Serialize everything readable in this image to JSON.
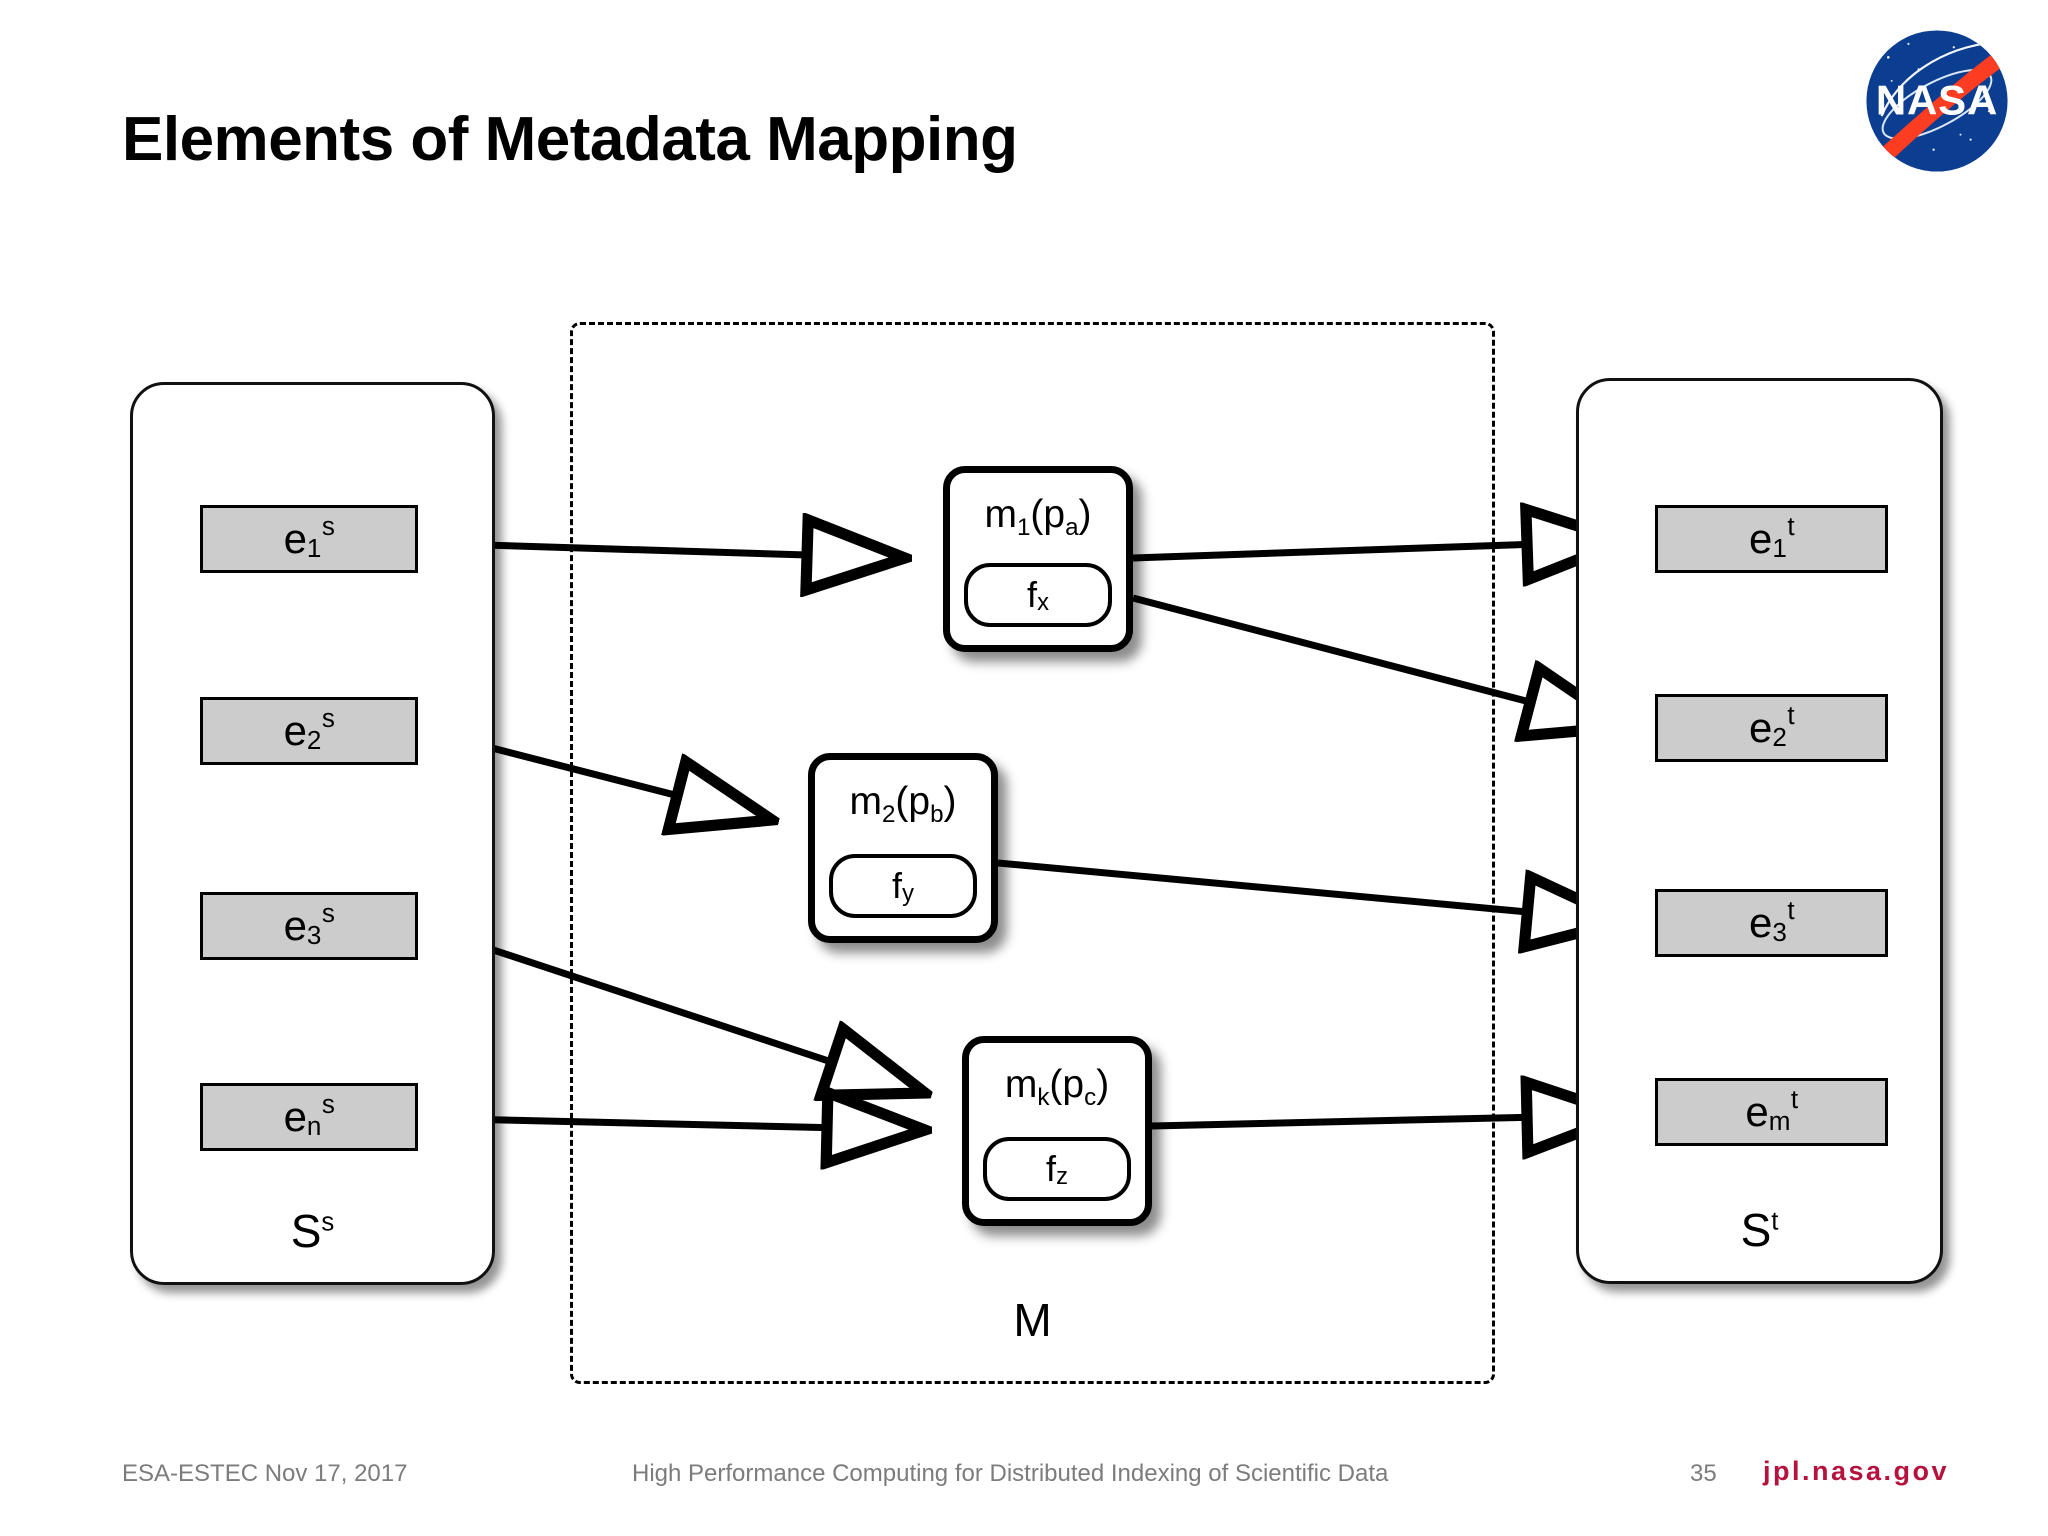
{
  "slide": {
    "title": "Elements of Metadata Mapping",
    "page_number": "35"
  },
  "logo": {
    "name": "nasa-meatball-logo",
    "wordmark": "NASA",
    "colors": {
      "blue": "#0b3d91",
      "red": "#fc3d21",
      "white": "#ffffff"
    }
  },
  "diagram": {
    "source_schema": {
      "label_base": "S",
      "label_sup": "s",
      "elements": [
        {
          "base": "e",
          "sub": "1",
          "sup": "s"
        },
        {
          "base": "e",
          "sub": "2",
          "sup": "s"
        },
        {
          "base": "e",
          "sub": "3",
          "sup": "s"
        },
        {
          "base": "e",
          "sub": "n",
          "sup": "s"
        }
      ]
    },
    "target_schema": {
      "label_base": "S",
      "label_sup": "t",
      "elements": [
        {
          "base": "e",
          "sub": "1",
          "sup": "t"
        },
        {
          "base": "e",
          "sub": "2",
          "sup": "t"
        },
        {
          "base": "e",
          "sub": "3",
          "sup": "t"
        },
        {
          "base": "e",
          "sub": "m",
          "sup": "t"
        }
      ]
    },
    "mapping_region": {
      "label": "M",
      "boxes": [
        {
          "title_base": "m",
          "title_sub": "1",
          "title_tail": "(p",
          "title_sub2": "a",
          "title_end": ")",
          "func_base": "f",
          "func_sub": "x"
        },
        {
          "title_base": "m",
          "title_sub": "2",
          "title_tail": "(p",
          "title_sub2": "b",
          "title_end": ")",
          "func_base": "f",
          "func_sub": "y"
        },
        {
          "title_base": "m",
          "title_sub": "k",
          "title_tail": "(p",
          "title_sub2": "c",
          "title_end": ")",
          "func_base": "f",
          "func_sub": "z"
        }
      ]
    },
    "connections": [
      {
        "from": "e1s",
        "to": "m1"
      },
      {
        "from": "e2s",
        "to": "m2"
      },
      {
        "from": "e3s",
        "to": "mk"
      },
      {
        "from": "ens",
        "to": "mk"
      },
      {
        "from": "m1",
        "to": "e1t"
      },
      {
        "from": "m1",
        "to": "e2t"
      },
      {
        "from": "m2",
        "to": "e3t"
      },
      {
        "from": "mk",
        "to": "emt"
      }
    ]
  },
  "footer": {
    "left": "ESA-ESTEC Nov 17, 2017",
    "center": "High Performance Computing for Distributed Indexing of Scientific Data",
    "page": "35",
    "url": "jpl.nasa.gov",
    "url_color": "#b5123e"
  }
}
